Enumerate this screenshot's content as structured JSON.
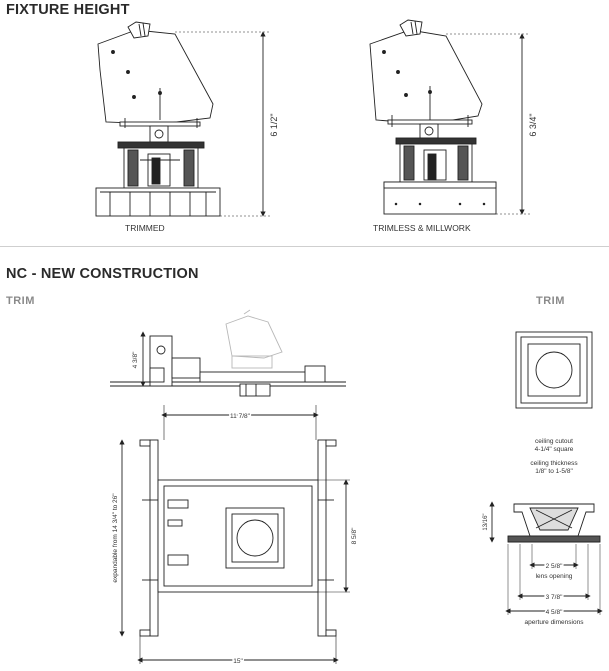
{
  "sections": {
    "fixture_height": "FIXTURE HEIGHT",
    "new_construction": "NC - NEW CONSTRUCTION",
    "trim_left": "TRIM",
    "trim_right": "TRIM"
  },
  "captions": {
    "trimmed": "TRIMMED",
    "trimless": "TRIMLESS & MILLWORK"
  },
  "dimensions": {
    "trimmed_height": "6 1/2\"",
    "trimless_height": "6 3/4\"",
    "side_height": "4 3/8\"",
    "plan_width_top": "11 7/8\"",
    "plan_width_bottom": "15\"",
    "plan_height": "8 5/8\"",
    "expandable": "expandable from 14 3/4\" to 26\"",
    "trim_height": "13/16\"",
    "lens_dim": "2 5/8\"",
    "mid_dim": "3 7/8\"",
    "aperture_dim": "4 5/8\""
  },
  "notes": {
    "cutout_1": "ceiling cutout",
    "cutout_2": "4-1/4\" square",
    "thickness_1": "ceiling thickness",
    "thickness_2": "1/8\" to 1-5/8\"",
    "lens_opening": "lens opening",
    "aperture": "aperture dimensions"
  }
}
